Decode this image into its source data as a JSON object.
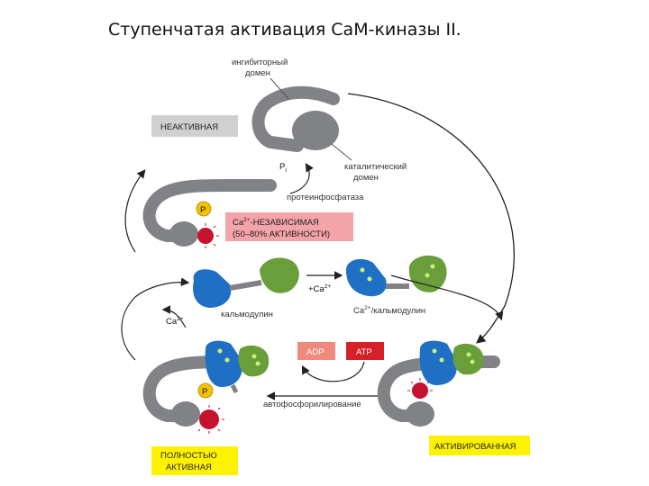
{
  "title": "Ступенчатая активация CaM-киназы  II.",
  "labels": {
    "inhibitory_domain_1": "ингибиторный",
    "inhibitory_domain_2": "домен",
    "inactive": "НЕАКТИВНАЯ",
    "pi": "P",
    "pi_sub": "i",
    "catalytic_domain_1": "каталитический",
    "catalytic_domain_2": "домен",
    "protein_phosphatase": "протеинфосфатаза",
    "phosphate_p": "P",
    "ca_independent_1_pre": "Ca",
    "ca_independent_1_sup": "2+",
    "ca_independent_1_post": "-НЕЗАВИСИМАЯ",
    "ca_independent_2": "(50–80% АКТИВНОСТИ)",
    "plus_ca": "+Ca",
    "plus_ca_sup": "2+",
    "calmodulin": "кальмодулин",
    "ca_calmodulin_pre": "Ca",
    "ca_calmodulin_sup": "2+",
    "ca_calmodulin_post": "/кальмодулин",
    "ca_left": "Ca",
    "ca_left_sup": "2+",
    "adp": "ADP",
    "atp": "ATP",
    "autophosphorylation": "автофосфорилирование",
    "fully_active_1": "ПОЛНОСТЬЮ",
    "fully_active_2": "АКТИВНАЯ",
    "activated": "АКТИВИРОВАННАЯ"
  },
  "colors": {
    "kinase_gray": "#808285",
    "calmodulin_blue": "#1f6fc5",
    "calmodulin_green": "#6a9e3a",
    "phosphate_yellow": "#f2c200",
    "active_site_red": "#c4122f",
    "inactive_box": "#d0d0d0",
    "ca_independent_box": "#f4a3a8",
    "yellow_box": "#fff200",
    "adp_box": "#f08a7e",
    "atp_box": "#d42027"
  }
}
